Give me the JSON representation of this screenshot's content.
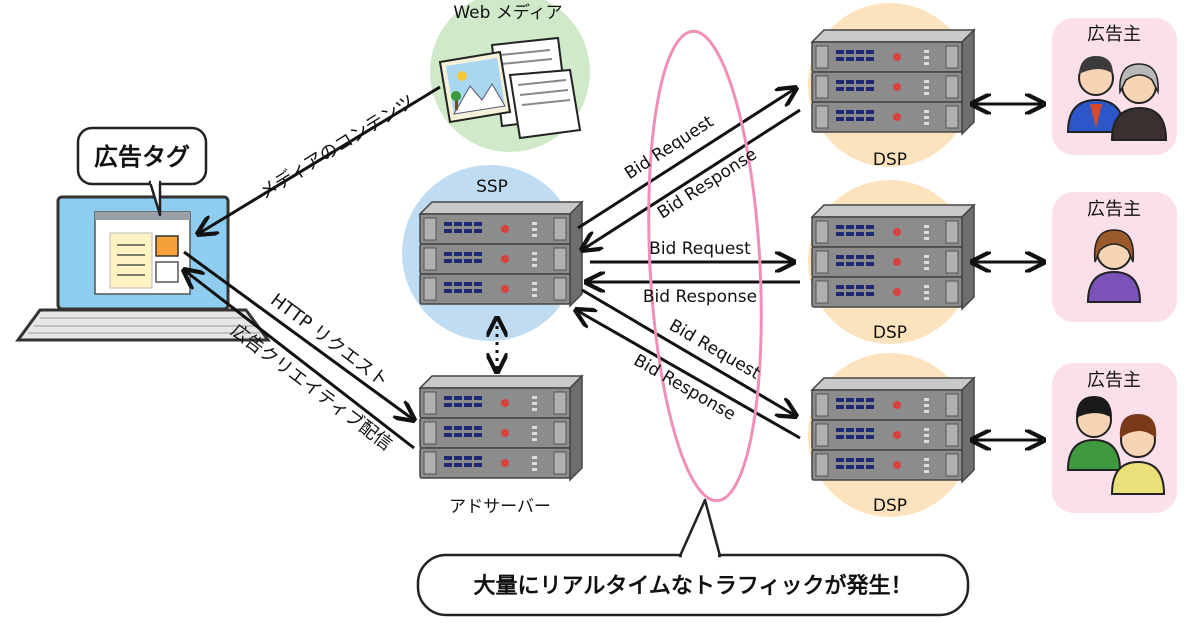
{
  "labels": {
    "web_media": "Web メディア",
    "media_contents": "メディアのコンテンツ",
    "ad_tag": "広告タグ",
    "ssp": "SSP",
    "ad_server": "アドサーバー",
    "http_request": "HTTP リクエスト",
    "creative_delivery": "広告クリエイティブ配信",
    "dsp": "DSP",
    "advertiser": "広告主",
    "bid_request": "Bid Request",
    "bid_response": "Bid Response",
    "traffic_note": "大量にリアルタイムなトラフィックが発生！"
  },
  "colors": {
    "web_media_circle": "#cfe9c9",
    "ssp_circle": "#bfdcf3",
    "dsp_circle": "#fde3bd",
    "advertiser_box": "#fbe0ec",
    "ellipse": "#f090b8",
    "laptop_screen": "#8fcdf0",
    "ad_slot": "#f5a03b"
  }
}
